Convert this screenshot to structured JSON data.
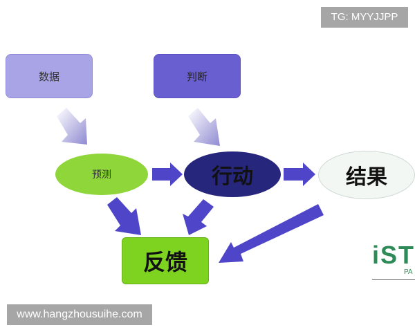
{
  "badges": {
    "tg": "TG: MYYJJPP",
    "website": "www.hangzhousuihe.com"
  },
  "nodes": {
    "data": "数据",
    "judgment": "判断",
    "predict": "预测",
    "action": "行动",
    "result": "结果",
    "feedback": "反馈"
  },
  "logo": {
    "main": "iSTE",
    "sub": "PA"
  },
  "colors": {
    "data_box": "#a8a4e6",
    "judgment_box": "#6a5fd1",
    "predict_node": "#8fd63a",
    "action_node": "#27267d",
    "result_node": "#f2f7f4",
    "feedback_box": "#7ed321",
    "arrow_main": "#4f45c8",
    "arrow_light": "#b9b6e3"
  }
}
